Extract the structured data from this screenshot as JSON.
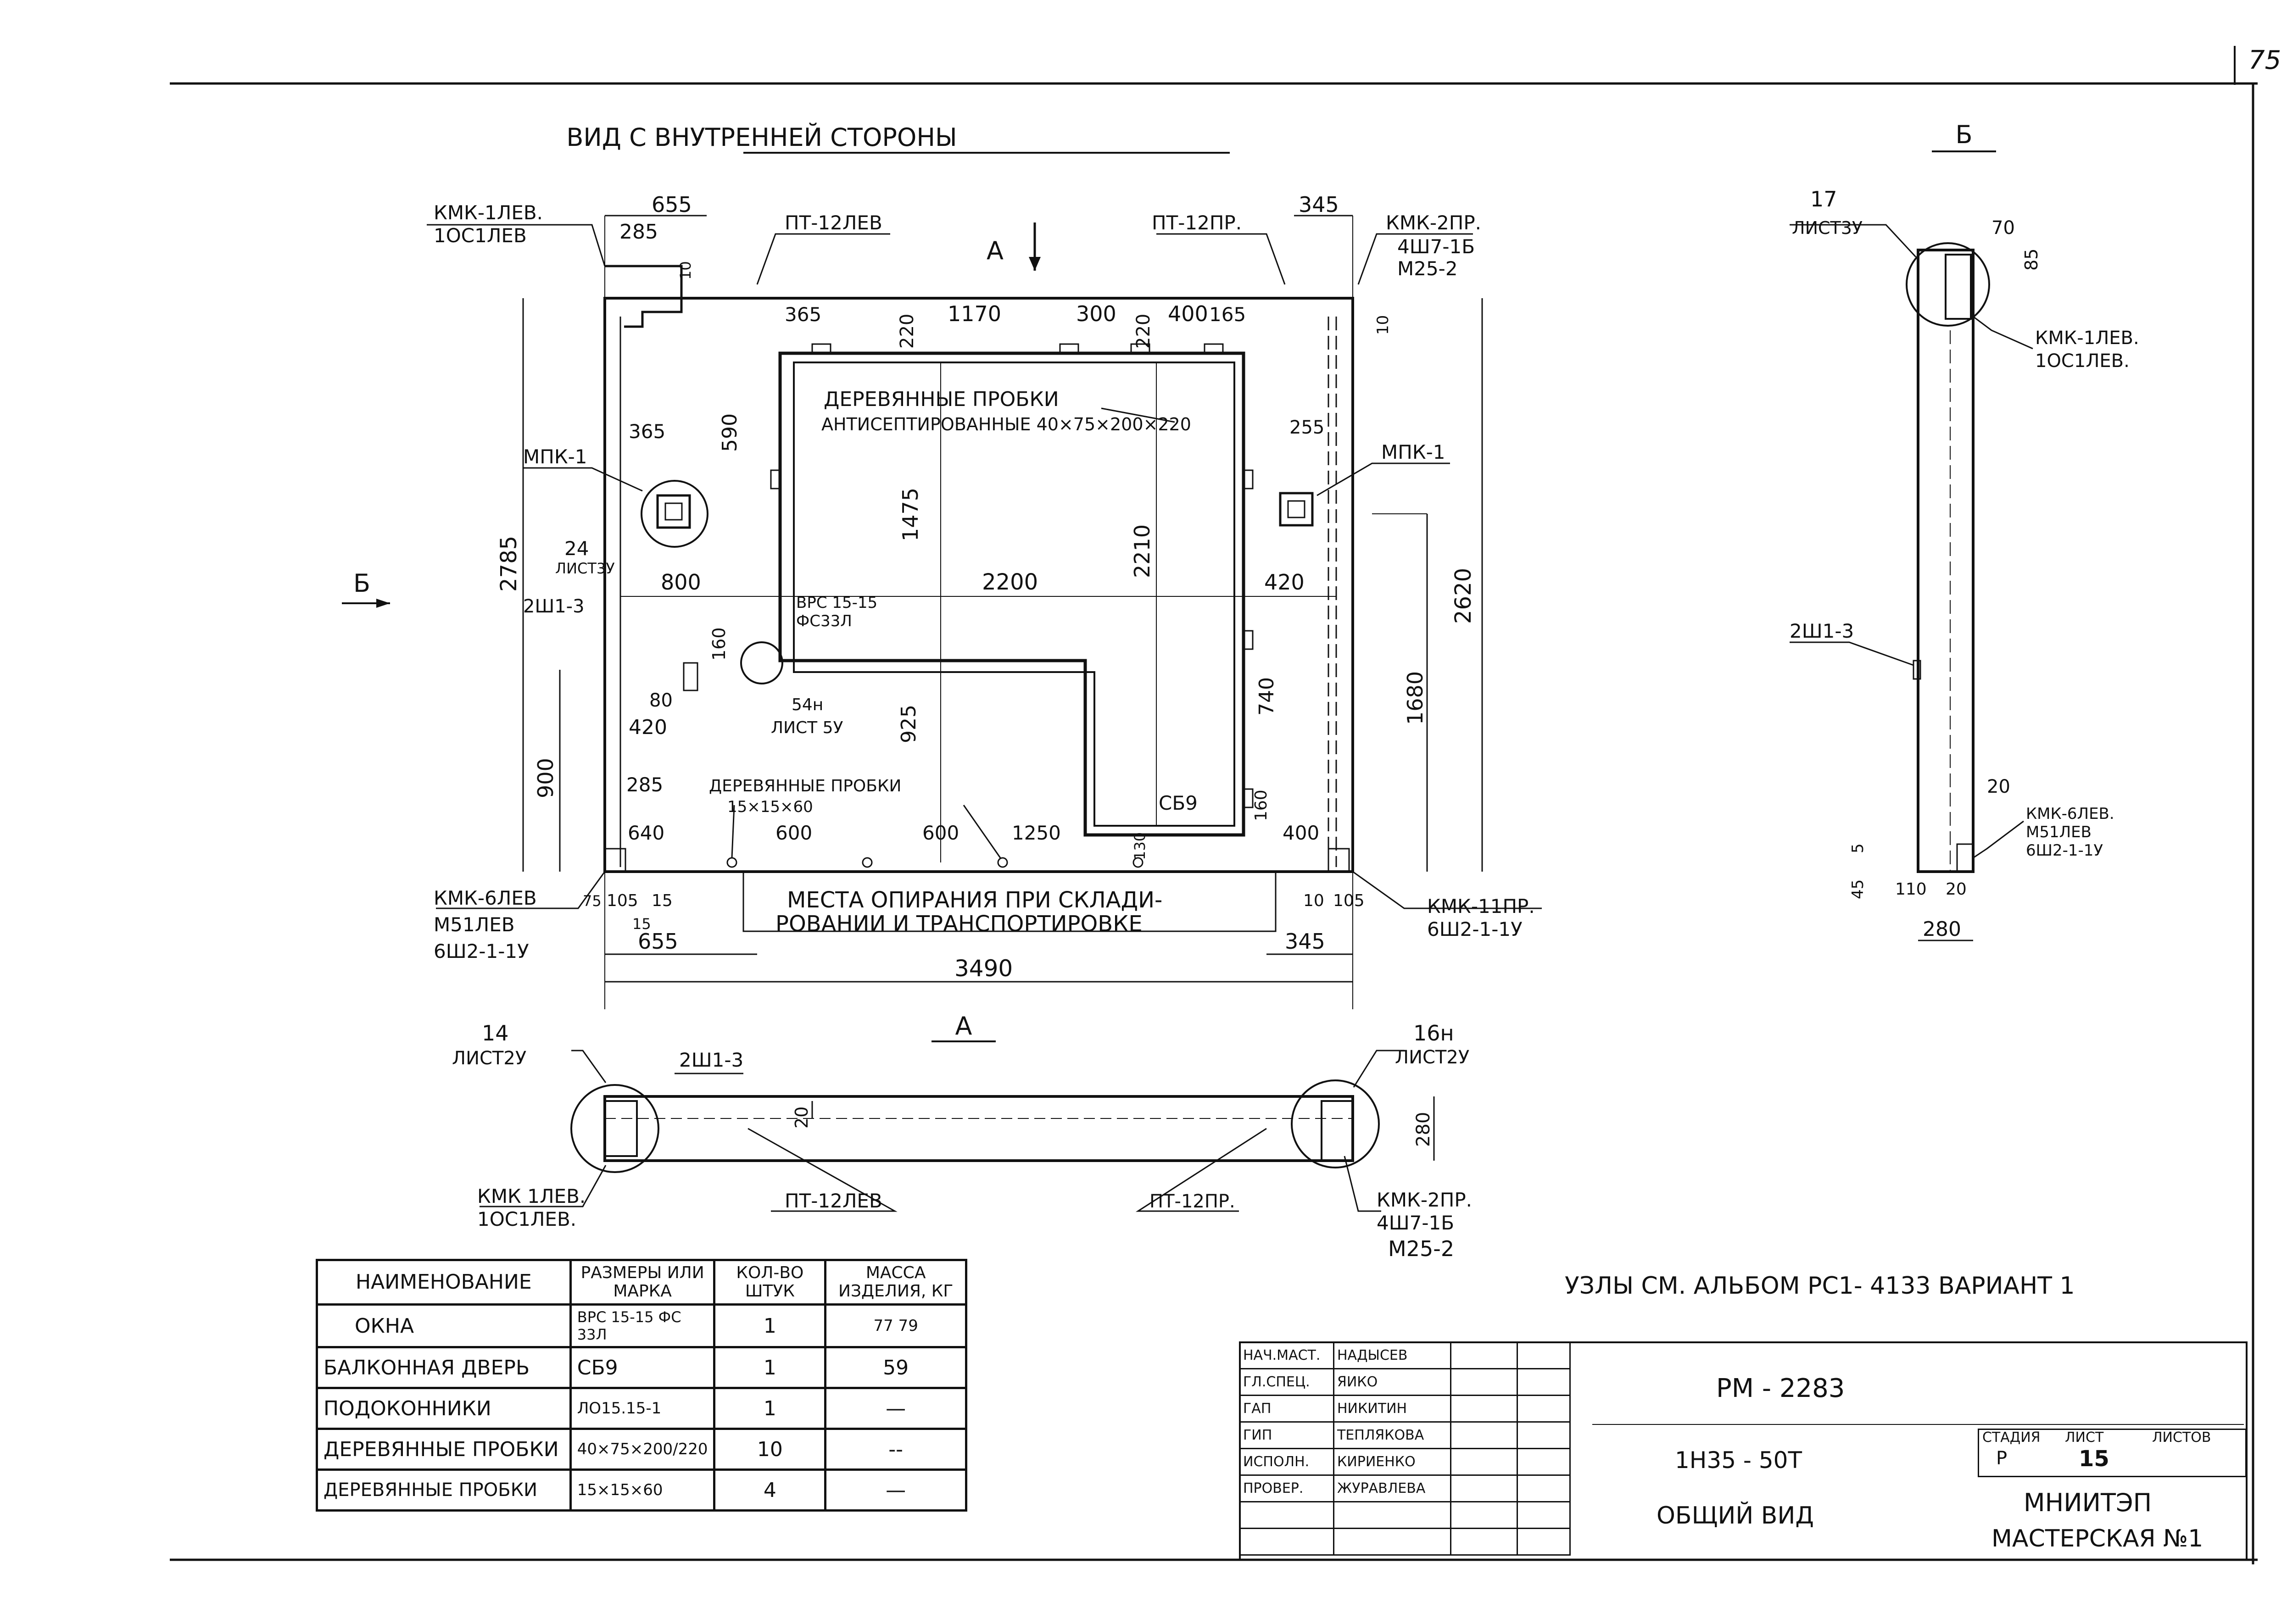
{
  "sheet": {
    "page_number": "75",
    "view_inside_title": "ВИД С ВНУТРЕННЕЙ СТОРОНЫ",
    "view_b_title": "Б",
    "view_a_title": "А",
    "section_marker": "Б",
    "view_marker": "А",
    "nodes_note": "УЗЛЫ СМ. АЛЬБОМ РС1- 4133 ВАРИАНТ 1"
  },
  "elevation_labels": {
    "kmk1lev": "КМК-1ЛЕВ.",
    "os1lev": "1ОС1ЛЕВ",
    "pt12lev": "ПТ-12ЛЕВ",
    "pt12pr": "ПТ-12ПР.",
    "kmk2pr": "КМК-2ПР.",
    "shu7": "4Ш7-1Б",
    "m25": "М25-2",
    "mpk1_left": "МПК-1",
    "mpk1_right": "МПК-1",
    "node24": "24",
    "list3u_a": "ЛИСТ3У",
    "shu1_3": "2Ш1-3",
    "wood_plugs_title": "ДЕРЕВЯННЫЕ ПРОБКИ",
    "wood_plugs_desc": "АНТИСЕПТИРОВАННЫЕ 40×75×200×220",
    "window_mark_1": "ВРС 15-15",
    "window_mark_2": "ФС33Л",
    "node54": "54н",
    "list5u": "ЛИСТ 5У",
    "wood_plugs_small_title": "ДЕРЕВЯННЫЕ ПРОБКИ",
    "wood_plugs_small_desc": "15×15×60",
    "sb9": "СБ9",
    "kmk6lev": "КМК-6ЛЕВ",
    "m51lev": "М51ЛЕВ",
    "shu2_1_1u": "6Ш2-1-1У",
    "kmk11pr": "КМК-11ПР.",
    "shu2_1_1u_r": "6Ш2-1-1У",
    "support_note_1": "МЕСТА ОПИРАНИЯ ПРИ СКЛАДИ-",
    "support_note_2": "РОВАНИИ И ТРАНСПОРТИРОВКЕ"
  },
  "dims": {
    "d655_top": "655",
    "d285_top": "285",
    "d10_top": "10",
    "d345_top": "345",
    "d10_r": "10",
    "d365_a": "365",
    "d1170": "1170",
    "d220_a": "220",
    "d300": "300",
    "d220_b": "220",
    "d400": "400",
    "d165": "165",
    "d590": "590",
    "d365_b": "365",
    "d255": "255",
    "d2785": "2785",
    "d1475": "1475",
    "d2210": "2210",
    "d2620": "2620",
    "d800": "800",
    "d2200": "2200",
    "d420_r": "420",
    "d160_a": "160",
    "d80": "80",
    "d1680": "1680",
    "d420_l": "420",
    "d740": "740",
    "d925": "925",
    "d900": "900",
    "d285_b": "285",
    "d160_b": "160",
    "d640": "640",
    "d600_a": "600",
    "d600_b": "600",
    "d1250": "1250",
    "d130": "130",
    "d400_b": "400",
    "d75": "75",
    "d105_l": "105",
    "d15_a": "15",
    "d15_b": "15",
    "d10_b": "10",
    "d105_r": "105",
    "d655_b": "655",
    "d345_b": "345",
    "d3490": "3490"
  },
  "plan_labels": {
    "node14": "14",
    "list2u_l": "ЛИСТ2У",
    "shu1_3_p": "2Ш1-3",
    "node16n": "16н",
    "list2u_r": "ЛИСТ2У",
    "d20": "20",
    "d280": "280",
    "kmk1lev_p": "КМК 1ЛЕВ.",
    "os1lev_p": "1ОС1ЛЕВ.",
    "pt12lev_p": "ПТ-12ЛЕВ",
    "pt12pr_p": "ПТ-12ПР.",
    "kmk2pr_p": "КМК-2ПР.",
    "shu7_p": "4Ш7-1Б",
    "m25_p": "М25-2"
  },
  "section_labels": {
    "node17": "17",
    "list3u": "ЛИСТ3У",
    "d70": "70",
    "d85": "85",
    "kmk1lev_s": "КМК-1ЛЕВ.",
    "os1lev_s": "1ОС1ЛЕВ.",
    "shu1_3_s": "2Ш1-3",
    "d20_s": "20",
    "kmk6lev_s": "КМК-6ЛЕВ.",
    "m51lev_s": "М51ЛЕВ",
    "shu2_s": "6Ш2-1-1У",
    "d45": "45",
    "d5": "5",
    "d110": "110",
    "d20_b": "20",
    "d280_s": "280"
  },
  "spec_table": {
    "headers": [
      "НАИМЕНОВАНИЕ",
      "РАЗМЕРЫ ИЛИ МАРКА",
      "КОЛ-ВО ШТУК",
      "МАССА ИЗДЕЛИЯ, КГ"
    ],
    "rows": [
      [
        "ОКНА",
        "ВРС 15-15 ФС 33Л",
        "1",
        "77 79"
      ],
      [
        "БАЛКОННАЯ ДВЕРЬ",
        "СБ9",
        "1",
        "59"
      ],
      [
        "ПОДОКОННИКИ",
        "ЛО15.15-1",
        "1",
        "—"
      ],
      [
        "ДЕРЕВЯННЫЕ ПРОБКИ",
        "40×75×200/220",
        "10",
        "--"
      ],
      [
        "ДЕРЕВЯННЫЕ ПРОБКИ",
        "15×15×60",
        "4",
        "—"
      ]
    ]
  },
  "title_block": {
    "roles": [
      "НАЧ.МАСТ.",
      "ГЛ.СПЕЦ.",
      "ГАП",
      "ГИП",
      "ИСПОЛН.",
      "ПРОВЕР."
    ],
    "names": [
      "НАДЫСЕВ",
      "ЯИКО",
      "НИКИТИН",
      "ТЕПЛЯКОВА",
      "КИРИЕНКО",
      "ЖУРАВЛЕВА"
    ],
    "code": "РМ - 2283",
    "item": "1Н35 - 50Т",
    "sheet_name": "ОБЩИЙ ВИД",
    "stage_h": "СТАДИЯ",
    "sheet_h": "ЛИСТ",
    "sheets_h": "ЛИСТОВ",
    "stage": "Р",
    "sheet_no": "15",
    "org": "МНИИТЭП",
    "workshop": "МАСТЕРСКАЯ №1"
  }
}
